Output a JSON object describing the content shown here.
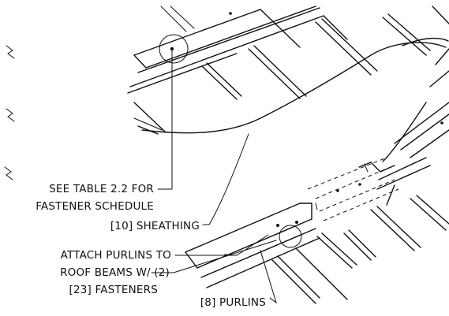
{
  "callouts": {
    "fastener_schedule_line1": "SEE TABLE 2.2 FOR",
    "fastener_schedule_line2": "FASTENER SCHEDULE",
    "sheathing": "[10] SHEATHING",
    "attach_line1": "ATTACH PURLINS TO",
    "attach_line2": "ROOF BEAMS W/ (2)",
    "attach_line3": "[23] FASTENERS",
    "purlins": "[8] PURLINS"
  }
}
